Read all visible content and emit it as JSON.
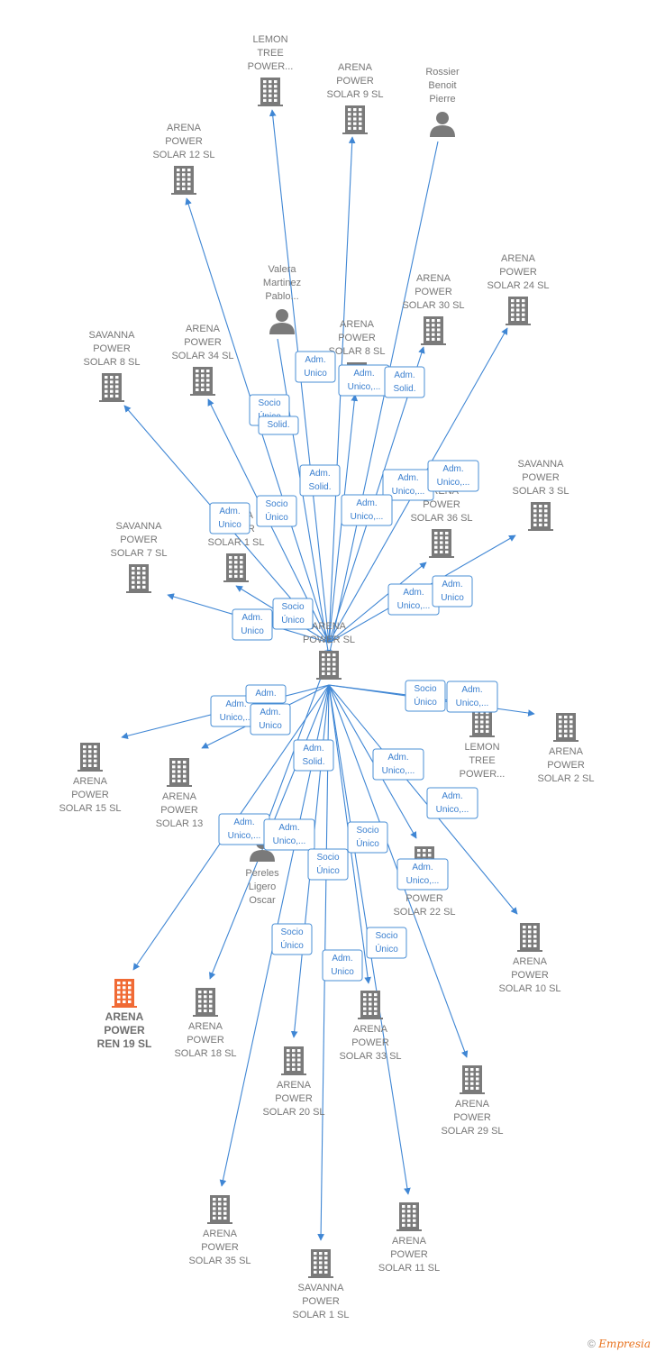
{
  "colors": {
    "edge": "#3f86d4",
    "node": "#7a7a7a",
    "highlight": "#f06a35",
    "label": "#777777"
  },
  "nodes": [
    {
      "id": "c",
      "type": "company",
      "label": [
        "ARENA",
        "POWER  SL"
      ]
    },
    {
      "id": "ltp1",
      "type": "company",
      "label": [
        "LEMON",
        "TREE",
        "POWER..."
      ]
    },
    {
      "id": "aps9",
      "type": "company",
      "label": [
        "ARENA",
        "POWER",
        "SOLAR 9  SL"
      ]
    },
    {
      "id": "rbp",
      "type": "person",
      "label": [
        "Rossier",
        "Benoit",
        "Pierre"
      ]
    },
    {
      "id": "aps12",
      "type": "company",
      "label": [
        "ARENA",
        "POWER",
        "SOLAR 12  SL"
      ]
    },
    {
      "id": "vmp",
      "type": "person",
      "label": [
        "Valera",
        "Martinez",
        "Pablo..."
      ]
    },
    {
      "id": "aps24",
      "type": "company",
      "label": [
        "ARENA",
        "POWER",
        "SOLAR 24  SL"
      ]
    },
    {
      "id": "aps30",
      "type": "company",
      "label": [
        "ARENA",
        "POWER",
        "SOLAR 30  SL"
      ]
    },
    {
      "id": "aps8",
      "type": "company",
      "label": [
        "ARENA",
        "POWER",
        "SOLAR 8  SL"
      ]
    },
    {
      "id": "sps8",
      "type": "company",
      "label": [
        "SAVANNA",
        "POWER",
        "SOLAR 8  SL"
      ]
    },
    {
      "id": "aps34",
      "type": "company",
      "label": [
        "ARENA",
        "POWER",
        "SOLAR 34  SL"
      ]
    },
    {
      "id": "sps3",
      "type": "company",
      "label": [
        "SAVANNA",
        "POWER",
        "SOLAR 3  SL"
      ]
    },
    {
      "id": "aps36",
      "type": "company",
      "label": [
        "ARENA",
        "POWER",
        "SOLAR 36  SL"
      ]
    },
    {
      "id": "aps1",
      "type": "company",
      "label": [
        "ARENA",
        "POWER",
        "SOLAR 1  SL"
      ]
    },
    {
      "id": "sps7",
      "type": "company",
      "label": [
        "SAVANNA",
        "POWER",
        "SOLAR 7  SL"
      ]
    },
    {
      "id": "aps15",
      "type": "company",
      "label": [
        "ARENA",
        "POWER",
        "SOLAR 15  SL"
      ]
    },
    {
      "id": "aps13",
      "type": "company",
      "label": [
        "ARENA",
        "POWER",
        "SOLAR 13"
      ]
    },
    {
      "id": "ltp2",
      "type": "company",
      "label": [
        "LEMON",
        "TREE",
        "POWER..."
      ]
    },
    {
      "id": "aps2",
      "type": "company",
      "label": [
        "ARENA",
        "POWER",
        "SOLAR 2  SL"
      ]
    },
    {
      "id": "plo",
      "type": "person",
      "label": [
        "Pereles",
        "Ligero",
        "Oscar"
      ]
    },
    {
      "id": "aps22",
      "type": "company",
      "label": [
        "ARENA",
        "POWER",
        "SOLAR 22  SL"
      ]
    },
    {
      "id": "aps10",
      "type": "company",
      "label": [
        "ARENA",
        "POWER",
        "SOLAR 10  SL"
      ]
    },
    {
      "id": "apr19",
      "type": "highlight",
      "label": [
        "ARENA",
        "POWER",
        "REN 19  SL"
      ]
    },
    {
      "id": "aps18",
      "type": "company",
      "label": [
        "ARENA",
        "POWER",
        "SOLAR 18  SL"
      ]
    },
    {
      "id": "aps33",
      "type": "company",
      "label": [
        "ARENA",
        "POWER",
        "SOLAR 33  SL"
      ]
    },
    {
      "id": "aps20",
      "type": "company",
      "label": [
        "ARENA",
        "POWER",
        "SOLAR 20  SL"
      ]
    },
    {
      "id": "aps29",
      "type": "company",
      "label": [
        "ARENA",
        "POWER",
        "SOLAR 29  SL"
      ]
    },
    {
      "id": "aps35",
      "type": "company",
      "label": [
        "ARENA",
        "POWER",
        "SOLAR 35  SL"
      ]
    },
    {
      "id": "aps11",
      "type": "company",
      "label": [
        "ARENA",
        "POWER",
        "SOLAR 11  SL"
      ]
    },
    {
      "id": "sps1",
      "type": "company",
      "label": [
        "SAVANNA",
        "POWER",
        "SOLAR 1  SL"
      ]
    }
  ],
  "edges": [
    {
      "from": "c",
      "to": "ltp1"
    },
    {
      "from": "c",
      "to": "aps9"
    },
    {
      "from": "rbp",
      "to": "c"
    },
    {
      "from": "c",
      "to": "aps12"
    },
    {
      "from": "vmp",
      "to": "c"
    },
    {
      "from": "c",
      "to": "aps24"
    },
    {
      "from": "c",
      "to": "aps30"
    },
    {
      "from": "c",
      "to": "aps8"
    },
    {
      "from": "c",
      "to": "sps8"
    },
    {
      "from": "c",
      "to": "aps34"
    },
    {
      "from": "c",
      "to": "sps3"
    },
    {
      "from": "c",
      "to": "aps36"
    },
    {
      "from": "c",
      "to": "aps1"
    },
    {
      "from": "c",
      "to": "sps7"
    },
    {
      "from": "c",
      "to": "aps15"
    },
    {
      "from": "c",
      "to": "aps13"
    },
    {
      "from": "c",
      "to": "ltp2"
    },
    {
      "from": "c",
      "to": "aps2"
    },
    {
      "from": "plo",
      "to": "c"
    },
    {
      "from": "c",
      "to": "aps22"
    },
    {
      "from": "c",
      "to": "aps10"
    },
    {
      "from": "c",
      "to": "apr19"
    },
    {
      "from": "c",
      "to": "aps18"
    },
    {
      "from": "c",
      "to": "aps33"
    },
    {
      "from": "c",
      "to": "aps20"
    },
    {
      "from": "c",
      "to": "aps29"
    },
    {
      "from": "c",
      "to": "aps35"
    },
    {
      "from": "c",
      "to": "aps11"
    },
    {
      "from": "c",
      "to": "sps1"
    }
  ],
  "edge_labels": [
    [
      "Adm.",
      "Unico"
    ],
    [
      "Adm.",
      "Unico,..."
    ],
    [
      "Adm.",
      "Solid."
    ],
    [
      "Socio",
      "Único"
    ],
    [
      "Solid."
    ],
    [
      "Adm.",
      "Solid."
    ],
    [
      "Adm.",
      "Unico,..."
    ],
    [
      "Adm.",
      "Unico,..."
    ],
    [
      "Socio",
      "Único"
    ],
    [
      "Adm.",
      "Unico"
    ],
    [
      "Adm.",
      "Unico,..."
    ],
    [
      "Socio",
      "Único"
    ],
    [
      "Adm.",
      "Unico"
    ],
    [
      "Adm.",
      "Unico,..."
    ],
    [
      "Adm.",
      "Unico"
    ],
    [
      "Adm.",
      "Unico,..."
    ],
    [
      "Adm."
    ],
    [
      "Socio",
      "Único"
    ],
    [
      "Adm.",
      "Unico"
    ],
    [
      "Adm.",
      "Unico,..."
    ],
    [
      "Adm.",
      "Solid."
    ],
    [
      "Adm.",
      "Unico,..."
    ],
    [
      "Adm.",
      "Unico,..."
    ],
    [
      "Adm.",
      "Unico,..."
    ],
    [
      "Adm.",
      "Unico,..."
    ],
    [
      "Socio",
      "Único"
    ],
    [
      "Socio",
      "Único"
    ],
    [
      "Adm.",
      "Unico,..."
    ],
    [
      "Socio",
      "Único"
    ],
    [
      "Socio",
      "Único"
    ],
    [
      "Adm.",
      "Unico"
    ]
  ],
  "footer": {
    "copyright": "©",
    "brand": "Empresia"
  }
}
